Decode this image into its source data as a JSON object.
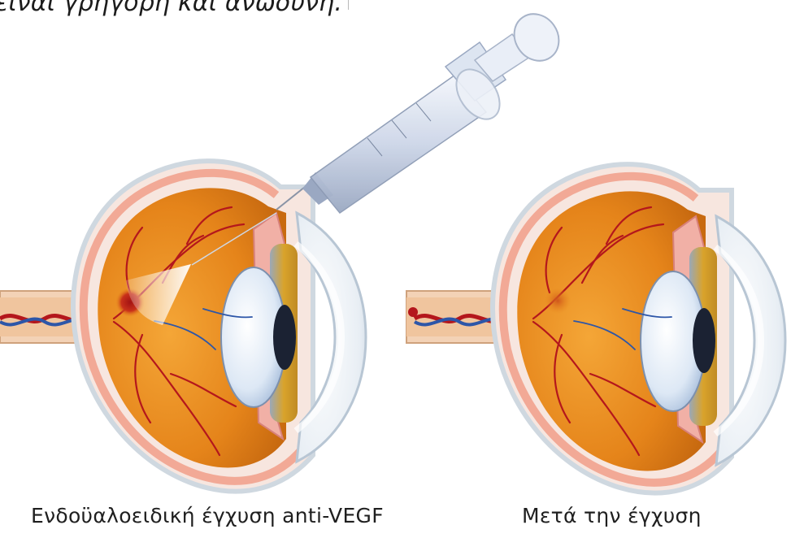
{
  "intro_text": "είναι γρήγορη και ανώδυνη.",
  "captions": {
    "left": "Ενδοϋαλοειδική έγχυση anti-VEGF",
    "right": "Μετά την έγχυση"
  },
  "colors": {
    "vitreous": "#e58a16",
    "vessel_red": "#b4171c",
    "vessel_blue": "#2d56a8",
    "sclera_pink": "#f2b5a5",
    "lens": "#dfe9f6",
    "iris": "#d6a22a",
    "cornea": "#eef4f9"
  }
}
